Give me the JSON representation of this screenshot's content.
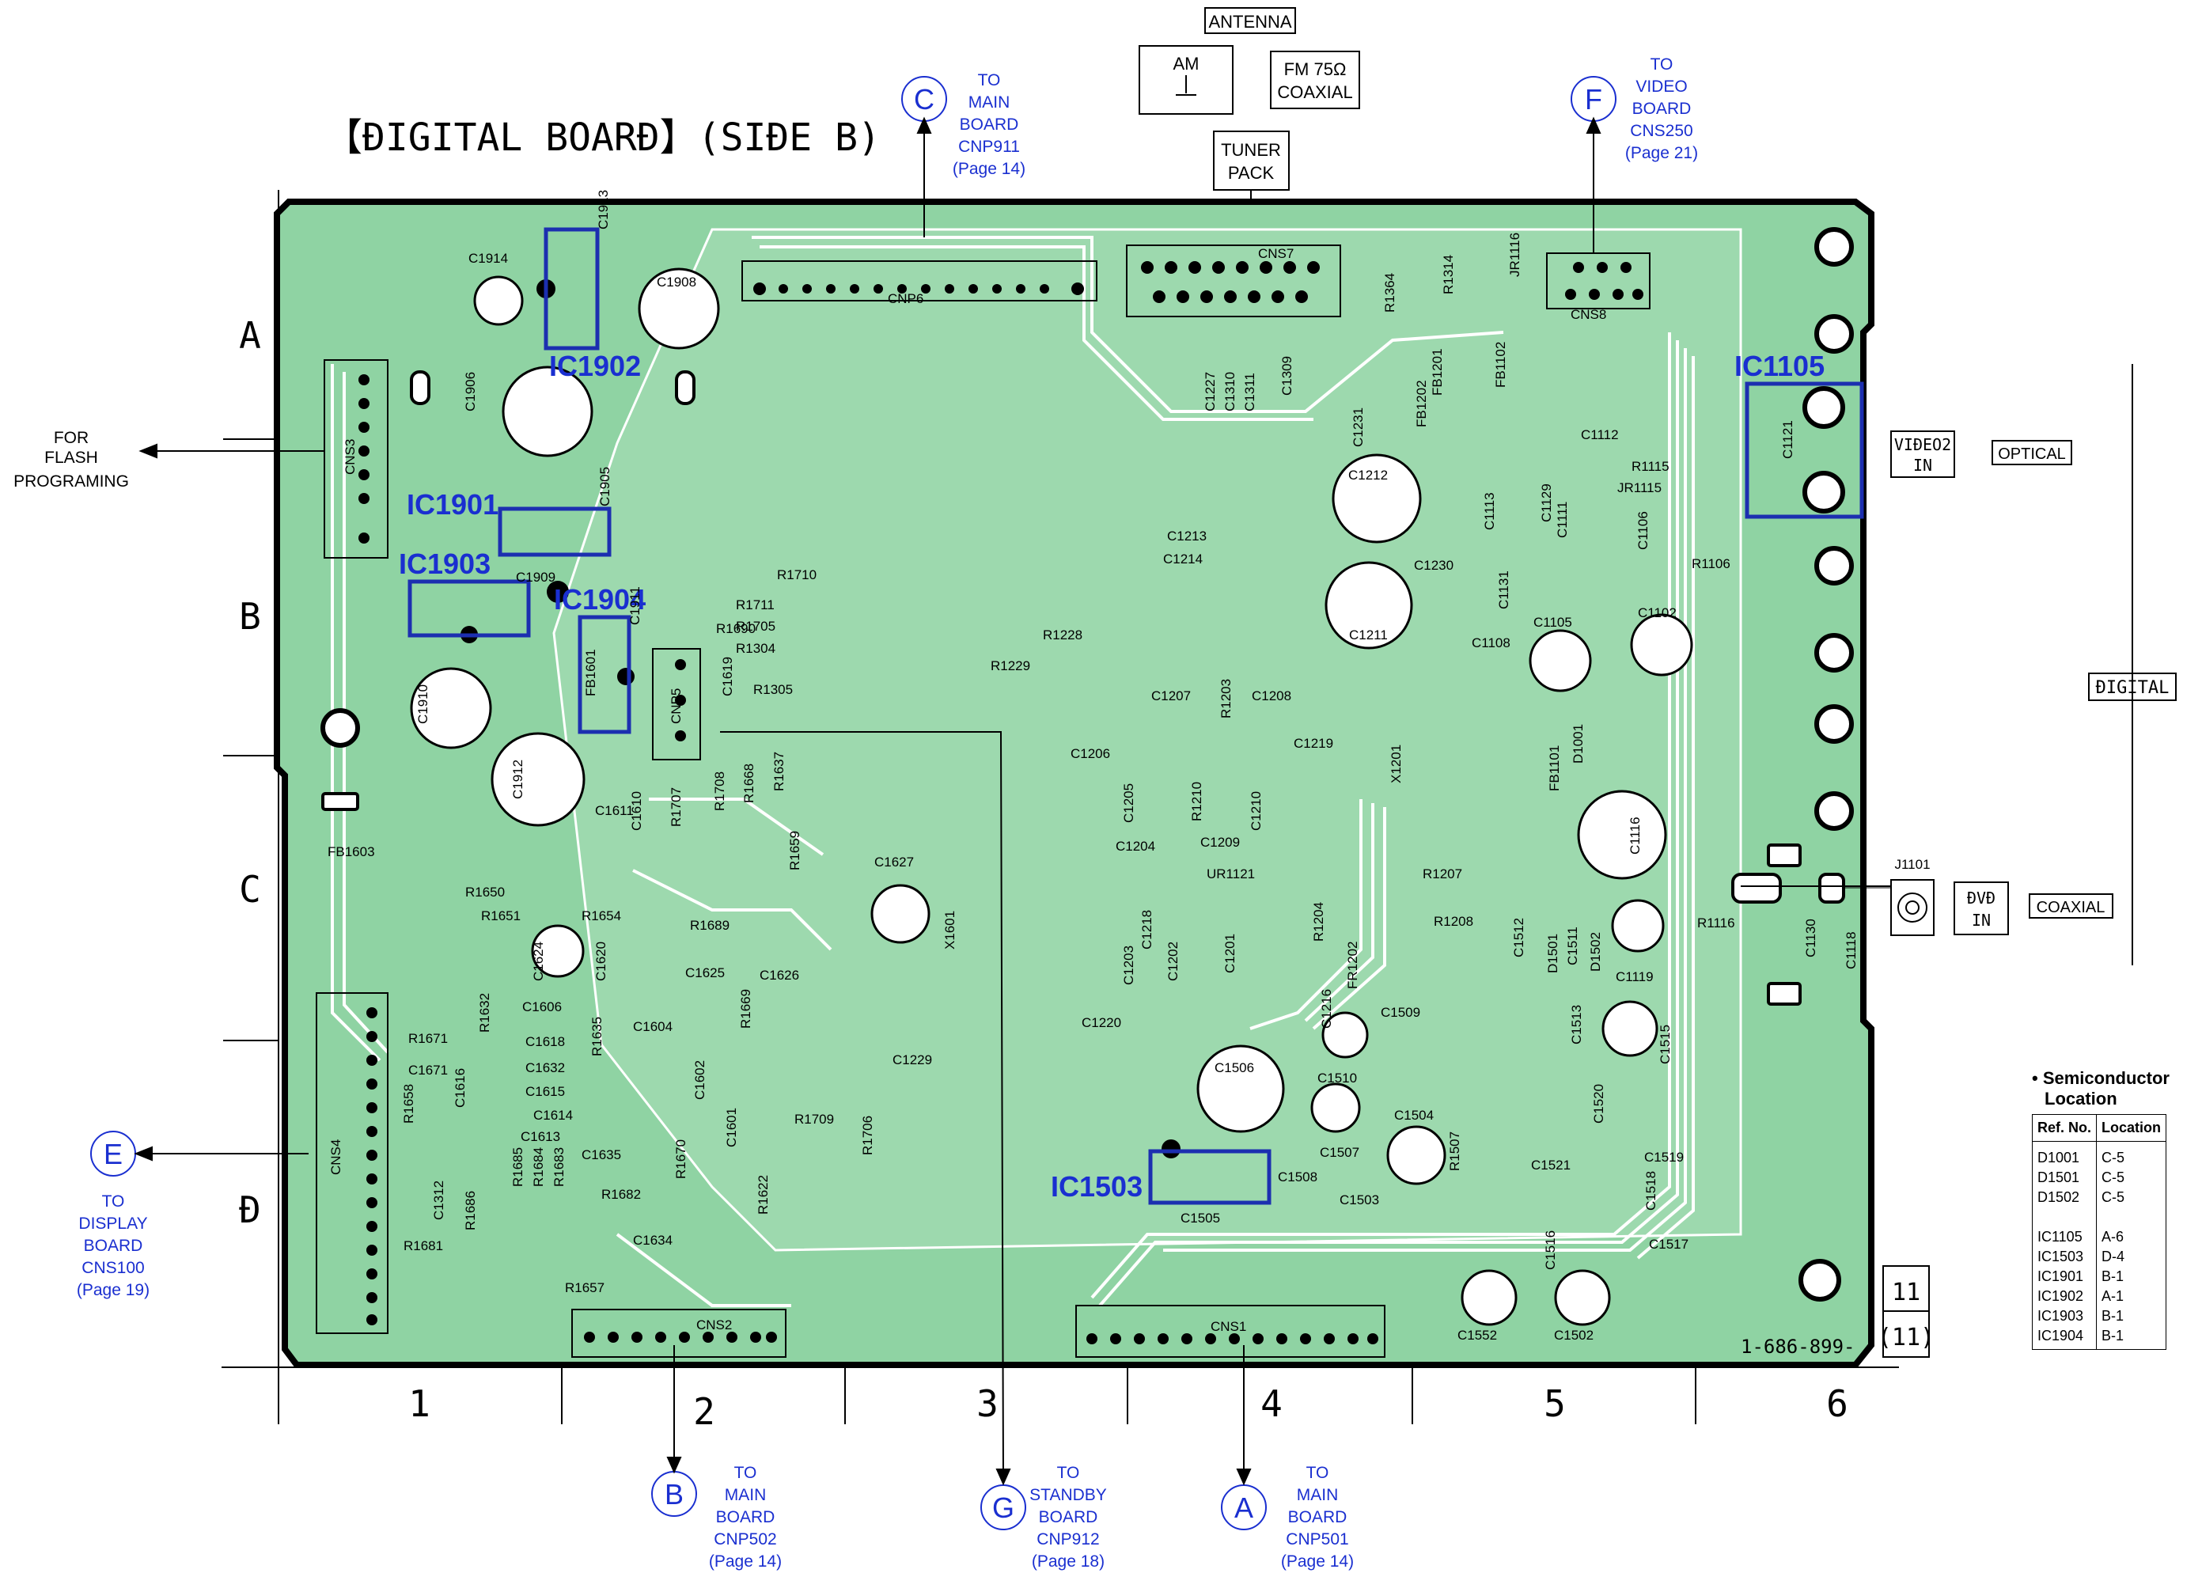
{
  "title": "【ÐIGITAL BOARÐ】(SIÐE B)",
  "antenna": {
    "header": "ANTENNA",
    "am_label": "AM",
    "fm_label1": "FM 75Ω",
    "fm_label2": "COAXIAL",
    "tuner1": "TUNER",
    "tuner2": "PACK"
  },
  "connectors_external": {
    "C": {
      "letter": "C",
      "lines": [
        "TO",
        "MAIN",
        "BOARD",
        "CNP911",
        "(Page 14)"
      ]
    },
    "F": {
      "letter": "F",
      "lines": [
        "TO",
        "VIDEO",
        "BOARD",
        "CNS250",
        "(Page 21)"
      ]
    },
    "E": {
      "letter": "E",
      "lines": [
        "TO",
        "DISPLAY",
        "BOARD",
        "CNS100",
        "(Page 19)"
      ]
    },
    "B": {
      "letter": "B",
      "lines": [
        "TO",
        "MAIN",
        "BOARD",
        "CNP502",
        "(Page 14)"
      ]
    },
    "G": {
      "letter": "G",
      "lines": [
        "TO",
        "STANDBY",
        "BOARD",
        "CNP912",
        "(Page 18)"
      ]
    },
    "A": {
      "letter": "A",
      "lines": [
        "TO",
        "MAIN",
        "BOARD",
        "CNP501",
        "(Page 14)"
      ]
    }
  },
  "flash": [
    "FOR",
    "FLASH",
    "PROGRAMING"
  ],
  "right_labels": {
    "video2_1": "VIÐEO2",
    "video2_2": "IN",
    "optical": "OPTICAL",
    "digital": "ÐIGITAL",
    "dvd1": "ÐVÐ",
    "dvd2": "IN",
    "coaxial": "COAXIAL",
    "j1101": "J1101"
  },
  "row_labels": [
    "A",
    "B",
    "C",
    "Ð"
  ],
  "col_labels": [
    "1",
    "2",
    "3",
    "4",
    "5",
    "6"
  ],
  "ic_labels": {
    "IC1902": "IC1902",
    "IC1901": "IC1901",
    "IC1903": "IC1903",
    "IC1904": "IC1904",
    "IC1105": "IC1105",
    "IC1503": "IC1503"
  },
  "board_number": "1-686-899-",
  "page_box": {
    "top": "11",
    "bottom": "(11)"
  },
  "component_labels": [
    "C1914",
    "C1913",
    "C1908",
    "C1906",
    "C1905",
    "C1909",
    "C1910",
    "C1911",
    "C1912",
    "FB1601",
    "FB1603",
    "C1610",
    "C1611",
    "C1619",
    "R1707",
    "R1708",
    "R1668",
    "R1637",
    "R1659",
    "C1627",
    "X1601",
    "R1689",
    "C1625",
    "C1626",
    "R1669",
    "C1229",
    "R1650",
    "R1651",
    "R1654",
    "C1624",
    "C1620",
    "C1606",
    "R1632",
    "R1635",
    "C1604",
    "R1671",
    "C1618",
    "C1671",
    "C1632",
    "C1615",
    "C1616",
    "C1614",
    "C1613",
    "C1635",
    "R1658",
    "R1685",
    "R1684",
    "R1683",
    "C1312",
    "R1686",
    "R1681",
    "R1682",
    "C1634",
    "C1602",
    "C1601",
    "R1670",
    "R1622",
    "R1709",
    "R1706",
    "R1657",
    "R1710",
    "R1711",
    "R1705",
    "R1304",
    "R1305",
    "R1690",
    "R1228",
    "R1229",
    "CNP6",
    "CNS7",
    "CNS8",
    "C1227",
    "C1310",
    "C1311",
    "C1309",
    "R1364",
    "R1314",
    "JR1116",
    "FB1201",
    "FB1202",
    "FB1102",
    "C1231",
    "C1212",
    "C1213",
    "C1214",
    "C1230",
    "C1211",
    "C1207",
    "R1203",
    "C1208",
    "C1206",
    "C1205",
    "C1219",
    "X1201",
    "R1210",
    "C1210",
    "C1204",
    "C1209",
    "UR1121",
    "R1207",
    "R1208",
    "C1218",
    "C1202",
    "C1201",
    "C1203",
    "C1220",
    "R1204",
    "FR1202",
    "C1216",
    "C1509",
    "C1506",
    "C1510",
    "C1507",
    "C1504",
    "R1507",
    "C1503",
    "C1508",
    "C1505",
    "C1112",
    "R1115",
    "JR1115",
    "C1129",
    "C1111",
    "C1106",
    "R1106",
    "C1113",
    "C1131",
    "C1105",
    "C1102",
    "C1108",
    "FB1101",
    "D1001",
    "C1116",
    "R1116",
    "C1130",
    "C1118",
    "C1512",
    "D1501",
    "C1511",
    "D1502",
    "C1119",
    "C1513",
    "C1515",
    "C1520",
    "C1521",
    "C1519",
    "C1518",
    "C1517",
    "C1516",
    "C1552",
    "C1502",
    "C1121",
    "CNS1",
    "CNS2",
    "CNS3",
    "CNS4",
    "CNP5"
  ],
  "semiconductor_table": {
    "title1": "• Semiconductor",
    "title2": "Location",
    "headers": [
      "Ref. No.",
      "Location"
    ],
    "rows": [
      [
        "D1001",
        "C-5"
      ],
      [
        "D1501",
        "C-5"
      ],
      [
        "D1502",
        "C-5"
      ],
      [
        "",
        ""
      ],
      [
        "IC1105",
        "A-6"
      ],
      [
        "IC1503",
        "D-4"
      ],
      [
        "IC1901",
        "B-1"
      ],
      [
        "IC1902",
        "A-1"
      ],
      [
        "IC1903",
        "B-1"
      ],
      [
        "IC1904",
        "B-1"
      ]
    ]
  }
}
